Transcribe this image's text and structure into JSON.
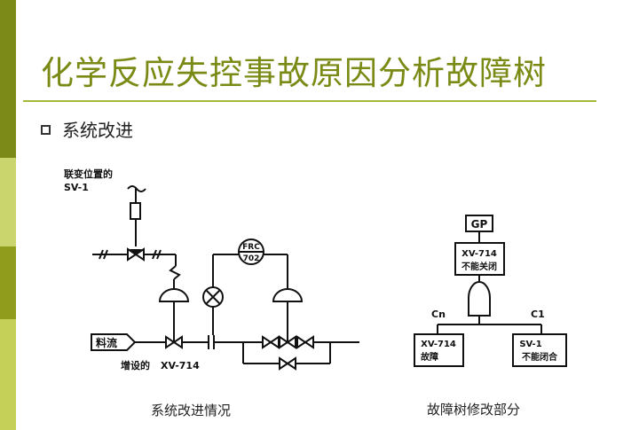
{
  "theme": {
    "accent": "#7a8a14",
    "rule_color": "#a5b83a",
    "sidebar_colors": [
      "#7c8a18",
      "#cbd56e",
      "#909c1c",
      "#c4d057"
    ]
  },
  "slide": {
    "title": "化学反应失控事故原因分析故障树",
    "bullet": "系统改进"
  },
  "left_diagram": {
    "top_label_line1": "联变位置的",
    "top_label_line2": "SV-1",
    "feed_label": "料流",
    "bottom_label": "增设的",
    "valve_label": "XV-714",
    "instrument_line1": "FRC",
    "instrument_line2": "702",
    "caption": "系统改进情况"
  },
  "right_diagram": {
    "top_event": "GP",
    "gate_output_line1": "XV-714",
    "gate_output_line2": "不能关闭",
    "left_branch_code": "Cn",
    "right_branch_code": "C1",
    "left_event_line1": "XV-714",
    "left_event_line2": "故障",
    "right_event_line1": "SV-1",
    "right_event_line2": "不能闭合",
    "caption": "故障树修改部分"
  }
}
